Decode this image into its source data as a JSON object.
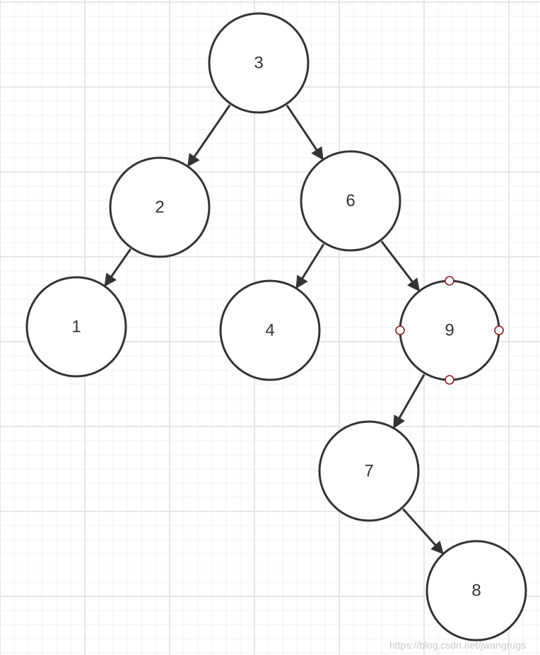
{
  "tree": {
    "nodes": [
      {
        "id": "n3",
        "label": "3"
      },
      {
        "id": "n2",
        "label": "2"
      },
      {
        "id": "n6",
        "label": "6"
      },
      {
        "id": "n1",
        "label": "1"
      },
      {
        "id": "n4",
        "label": "4"
      },
      {
        "id": "n9",
        "label": "9",
        "selected": true
      },
      {
        "id": "n7",
        "label": "7"
      },
      {
        "id": "n8",
        "label": "8"
      }
    ],
    "edges": [
      {
        "from": "n3",
        "to": "n2"
      },
      {
        "from": "n3",
        "to": "n6"
      },
      {
        "from": "n2",
        "to": "n1"
      },
      {
        "from": "n6",
        "to": "n4"
      },
      {
        "from": "n6",
        "to": "n9"
      },
      {
        "from": "n9",
        "to": "n7"
      },
      {
        "from": "n7",
        "to": "n8"
      }
    ]
  },
  "colors": {
    "node_stroke": "#333333",
    "edge": "#333333",
    "selection_handle": "#8b1a1a",
    "grid_minor": "#f0f0f0",
    "grid_major": "#e6e6e6"
  },
  "watermark": "https://blog.csdn.net/jwangrugs"
}
